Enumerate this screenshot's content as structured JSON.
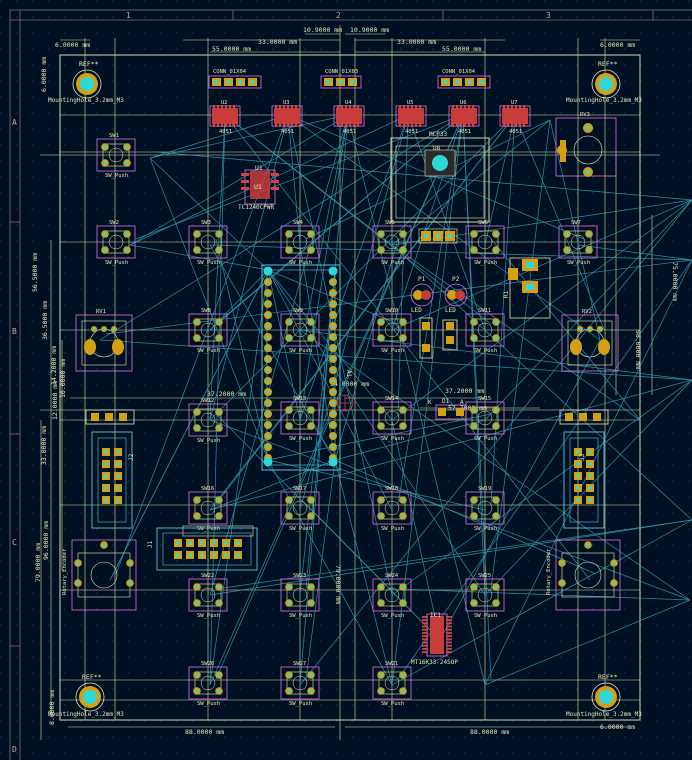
{
  "sheet": {
    "cols": [
      "1",
      "2",
      "3"
    ],
    "rows": [
      "A",
      "B",
      "C",
      "D"
    ]
  },
  "dimensions": {
    "top_total_left": "33.0000 mm",
    "top_total_right": "33.0000 mm",
    "top_center_a": "10.9000 mm",
    "top_center_b": "10.9000 mm",
    "top_inner_left": "55.0000 mm",
    "top_inner_right": "55.0000 mm",
    "corner_tl": "6.0000 mm",
    "corner_tr": "6.0000 mm",
    "corner_tl_v": "6.0000 mm",
    "left_a": "56.5000 mm",
    "left_b": "36.5000 mm",
    "left_c": "14.2000 mm",
    "left_d": "10.0000 mm",
    "left_e": "12.0000 mm",
    "left_f": "33.0000 mm",
    "left_g": "79.0000 mm",
    "left_h": "96.0000 mm",
    "left_i": "8.0000 mm",
    "right_a": "75.0000 mm",
    "right_b": "98.0000 mm",
    "mid_a": "37.2000 mm",
    "mid_b": "37.2000 mm",
    "mid_c": "57.7000 mm",
    "mid_d": "24.0000 mm",
    "center_v": "79.0000 mm",
    "bottom_left": "88.0000 mm",
    "bottom_right": "88.0000 mm",
    "bottom_corner": "6.0000 mm"
  },
  "mounting_holes": [
    {
      "ref": "REF**",
      "value": "MountingHole_3.2mm_M3"
    },
    {
      "ref": "REF**",
      "value": "MountingHole_3.2mm_M3"
    },
    {
      "ref": "REF**",
      "value": "MountingHole_3.2mm_M3"
    },
    {
      "ref": "REF**",
      "value": "MountingHole_3.2mm_M3"
    }
  ],
  "headers": [
    {
      "ref": "CONN_01X04"
    },
    {
      "ref": "CONN_01X03"
    },
    {
      "ref": "CONN_01X04"
    }
  ],
  "ics": [
    {
      "ref": "U2",
      "value": "4051"
    },
    {
      "ref": "U3",
      "value": "4051"
    },
    {
      "ref": "U4",
      "value": "4051"
    },
    {
      "ref": "U5",
      "value": "4051"
    },
    {
      "ref": "U6",
      "value": "4051"
    },
    {
      "ref": "U7",
      "value": "4051"
    }
  ],
  "switches": [
    {
      "ref": "SW1",
      "value": "SW_Push"
    },
    {
      "ref": "SW2",
      "value": "SW_Push"
    },
    {
      "ref": "SW3",
      "value": "SW_Push"
    },
    {
      "ref": "SW4",
      "value": "SW_Push"
    },
    {
      "ref": "SW5",
      "value": "SW_Push"
    },
    {
      "ref": "SW6",
      "value": "SW_Push"
    },
    {
      "ref": "SW7",
      "value": "SW_Push"
    },
    {
      "ref": "SW8",
      "value": "SW_Push"
    },
    {
      "ref": "SW9",
      "value": "SW_Push"
    },
    {
      "ref": "SW10",
      "value": "SW_Push"
    },
    {
      "ref": "SW11",
      "value": "SW_Push"
    },
    {
      "ref": "SW12",
      "value": "SW_Push"
    },
    {
      "ref": "SW13",
      "value": "SW_Push"
    },
    {
      "ref": "SW14",
      "value": "SW_Push"
    },
    {
      "ref": "SW15",
      "value": "SW_Push"
    },
    {
      "ref": "SW16",
      "value": "SW_Push"
    },
    {
      "ref": "SW17",
      "value": "SW_Push"
    },
    {
      "ref": "SW18",
      "value": "SW_Push"
    },
    {
      "ref": "SW19",
      "value": "SW_Push"
    },
    {
      "ref": "SW22",
      "value": "SW_Push"
    },
    {
      "ref": "SW23",
      "value": "SW_Push"
    },
    {
      "ref": "SW24",
      "value": "SW_Push"
    },
    {
      "ref": "SW25",
      "value": "SW_Push"
    },
    {
      "ref": "SW26",
      "value": "SW_Push"
    },
    {
      "ref": "SW27",
      "value": "SW_Push"
    },
    {
      "ref": "SW21",
      "value": "SW_Push"
    }
  ],
  "u1": {
    "ref": "U1",
    "value": "TC1240CPWR"
  },
  "mcu": {
    "ref": "A1"
  },
  "encoders": [
    {
      "ref": "SW4",
      "label": "Rotary_Encoder"
    },
    {
      "ref": "SW3",
      "label": "Rotary_Encoder"
    }
  ],
  "pots": [
    {
      "ref": "RV1"
    },
    {
      "ref": "RV2"
    },
    {
      "ref": "RV3"
    }
  ],
  "misc": {
    "u8": "U8",
    "u8_val": "MCP33",
    "p1": "P1",
    "p2": "P2",
    "led_a": "LED",
    "led_b": "LED",
    "d1": "D1",
    "r1": "R1",
    "k": "K",
    "a": "A",
    "ic1": "IC1",
    "ic1_value": "MT16K33-24SOP",
    "j1": "J1",
    "j2": "J2",
    "j3": "J3"
  }
}
